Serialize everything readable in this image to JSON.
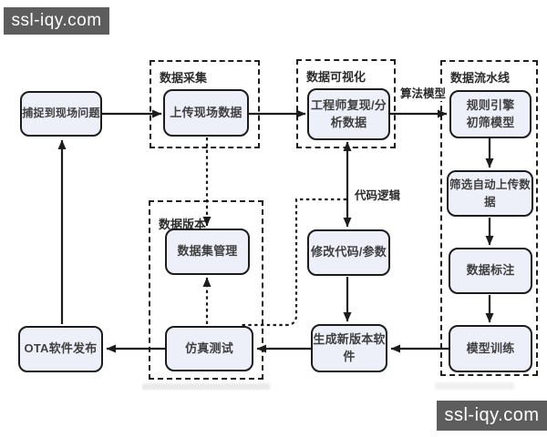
{
  "watermarks": {
    "top_left": "ssl-iqy.com",
    "bottom_right": "ssl-iqy.com"
  },
  "groups": {
    "data_collection": "数据采集",
    "data_visualization": "数据可视化",
    "data_pipeline": "数据流水线",
    "data_version": "数据版本"
  },
  "nodes": {
    "capture_issue": "捕捉到现场问题",
    "upload_data": "上传现场数据",
    "engineer_analyze": "工程师复现/分\n析数据",
    "rule_engine": "规则引擎\n初筛模型",
    "filter_upload": "筛选自动上传数\n据",
    "data_annotation": "数据标注",
    "model_training": "模型训练",
    "dataset_mgmt": "数据集管理",
    "modify_code": "修改代码/参数",
    "gen_new_version": "生成新版本软\n件",
    "simulation_test": "仿真测试",
    "ota_release": "OTA软件发布"
  },
  "edge_labels": {
    "algorithm_model": "算法模型",
    "code_logic": "代码逻辑"
  },
  "colors": {
    "node_fill": "#edf0f8",
    "line": "#1c1c1c",
    "watermark_bg": "#5d5d5d",
    "watermark_text": "#ffffff"
  }
}
